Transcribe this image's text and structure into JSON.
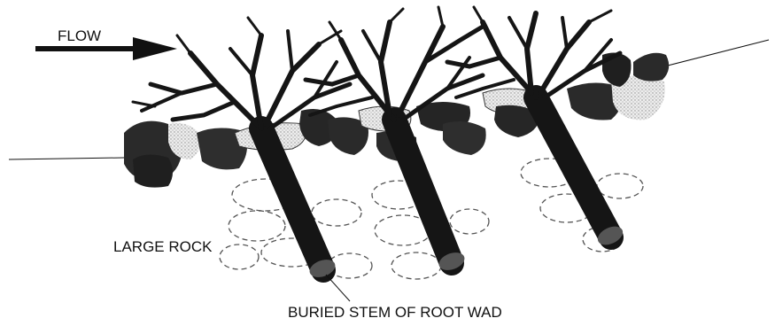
{
  "labels": {
    "flow": "FLOW",
    "large_rock": "LARGE ROCK",
    "buried_stem": "BURIED STEM OF ROOT WAD"
  },
  "colors": {
    "ink": "#111111",
    "rock_dark": "#2a2a2a",
    "rock_light": "#cfcfcf",
    "background": "#ffffff"
  }
}
